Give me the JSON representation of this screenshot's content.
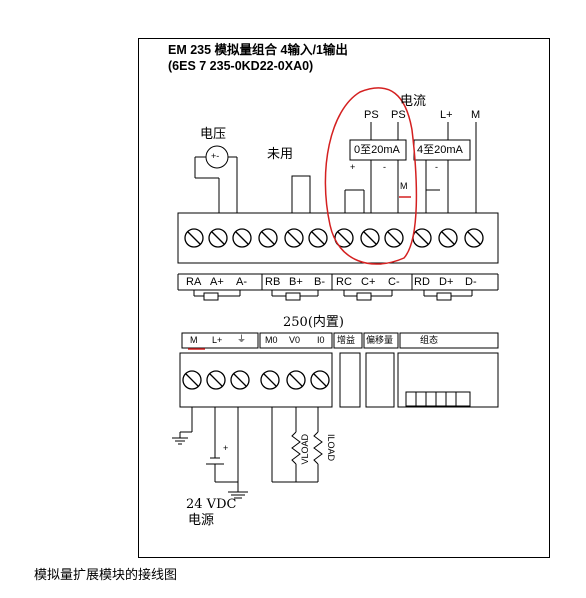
{
  "diagram": {
    "title_line1": "EM 235 模拟量组合 4输入/1输出",
    "title_line2": "(6ES 7 235-0KD22-0XA0)",
    "voltage_label": "电压",
    "current_label": "电流",
    "unused_label": "未用",
    "ps1": "PS",
    "ps2": "PS",
    "lplus_top": "L+",
    "m_top": "M",
    "range1": "0至20mA",
    "range2": "4至20mA",
    "plus_sign": "+",
    "minus_sign": "-",
    "m_small": "M",
    "src_plus": "+",
    "src_minus": "-",
    "terminals_row1": [
      "RA",
      "A+",
      "A-",
      "RB",
      "B+",
      "B-",
      "RC",
      "C+",
      "C-",
      "RD",
      "D+",
      "D-"
    ],
    "resistor_label": "250(内置)",
    "lower_labels": [
      "M",
      "L+",
      "⏚",
      "M0",
      "V0",
      "I0"
    ],
    "gain_label": "增益",
    "offset_label": "偏移量",
    "config_label": "组态",
    "vload": "VLOAD",
    "iload": "ILOAD",
    "supply_voltage": "24 VDC",
    "supply_label": "电源",
    "supply_plus": "+"
  },
  "caption": "模拟量扩展模块的接线图",
  "colors": {
    "highlight": "#d42020",
    "line": "#000000"
  }
}
